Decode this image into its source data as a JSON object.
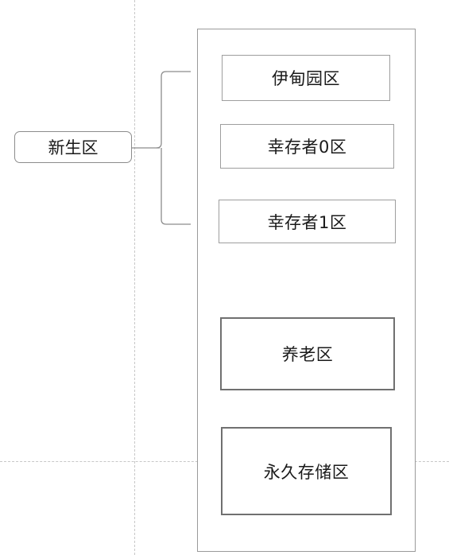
{
  "diagram": {
    "root_node": {
      "label": "新生区"
    },
    "heap": {
      "regions": [
        {
          "label": "伊甸园区"
        },
        {
          "label": "幸存者0区"
        },
        {
          "label": "幸存者1区"
        },
        {
          "label": "养老区"
        },
        {
          "label": "永久存储区"
        }
      ]
    }
  },
  "colors": {
    "border": "#9e9e9e",
    "thick_border": "#707070",
    "connector": "#8c8c8c",
    "guide": "#c8c8c8",
    "text": "#1a1a1a"
  }
}
